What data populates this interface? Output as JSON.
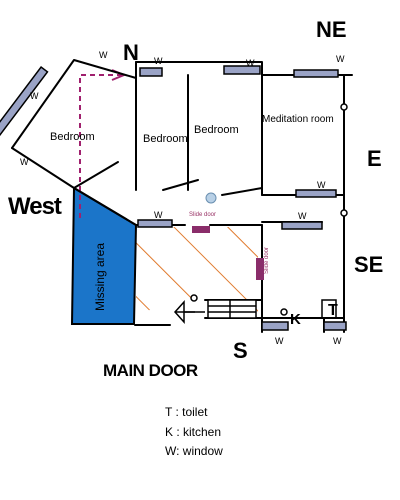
{
  "compass": {
    "n": "N",
    "ne": "NE",
    "e": "E",
    "se": "SE",
    "s": "S",
    "west": "West"
  },
  "rooms": {
    "bedroom_1": "Bedroom",
    "bedroom_2": "Bedroom",
    "bedroom_3": "Bedroom",
    "meditation": "Meditation room",
    "missing_area": "Missing area"
  },
  "fixtures": {
    "toilet": "T",
    "kitchen": "K",
    "slide_door_1": "Slide door",
    "slide_door_2": "Slide door"
  },
  "main_door": "MAIN DOOR",
  "window_mark": "W",
  "legend": {
    "toilet": "T : toilet",
    "kitchen": "K : kitchen",
    "window": "W: window"
  },
  "colors": {
    "missing_area": "#1b75c9",
    "hatch": "#e07a2e",
    "dashed_line": "#a0206e",
    "slide_door": "#8a2d6a",
    "window_fill": "#9aa3c6"
  }
}
